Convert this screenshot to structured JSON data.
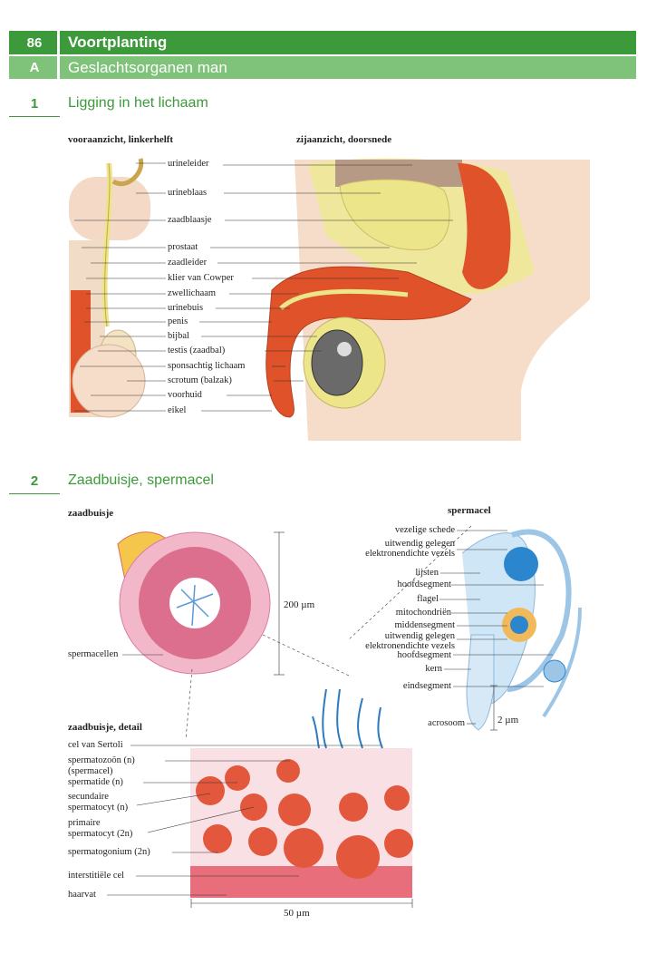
{
  "header": {
    "page_number": "86",
    "chapter_title": "Voortplanting",
    "section_letter": "A",
    "section_title": "Geslachtsorganen man"
  },
  "section1": {
    "number": "1",
    "title": "Ligging in het lichaam",
    "caption_front": "vooraanzicht, linkerhelft",
    "caption_side": "zijaanzicht, doorsnede",
    "labels": [
      "urineleider",
      "urineblaas",
      "zaadblaasje",
      "prostaat",
      "zaadleider",
      "klier van Cowper",
      "zwellichaam",
      "urinebuis",
      "penis",
      "bijbal",
      "testis (zaadbal)",
      "sponsachtig lichaam",
      "scrotum (balzak)",
      "voorhuid",
      "eikel"
    ]
  },
  "section2": {
    "number": "2",
    "title": "Zaadbuisje, spermacel",
    "caption_tubule": "zaadbuisje",
    "caption_detail": "zaadbuisje, detail",
    "caption_sperm": "spermacel",
    "scale_tubule": "200 µm",
    "scale_detail": "50 µm",
    "scale_sperm": "2 µm",
    "tubule_labels": [
      "spermacellen"
    ],
    "detail_labels": [
      "cel van Sertoli",
      "spermatozoön (n)",
      "(spermacel)",
      "spermatide (n)",
      "secundaire",
      "spermatocyt (n)",
      "primaire",
      "spermatocyt (2n)",
      "spermatogonium (2n)",
      "interstitiële cel",
      "haarvat"
    ],
    "sperm_labels": [
      "vezelige schede",
      "uitwendig gelegen",
      "elektronendichte vezels",
      "lijsten",
      "hoofdsegment",
      "flagel",
      "mitochondriën",
      "middensegment",
      "uitwendig gelegen",
      "elektronendichte vezels",
      "hoofdsegment",
      "kern",
      "eindsegment",
      "acrosoom"
    ]
  },
  "colors": {
    "green_dark": "#3c9a3b",
    "green_light": "#7fc27a",
    "organ_red": "#e0532a",
    "bladder_yellow": "#ede58a",
    "tissue_pink": "#f2b7c9"
  }
}
